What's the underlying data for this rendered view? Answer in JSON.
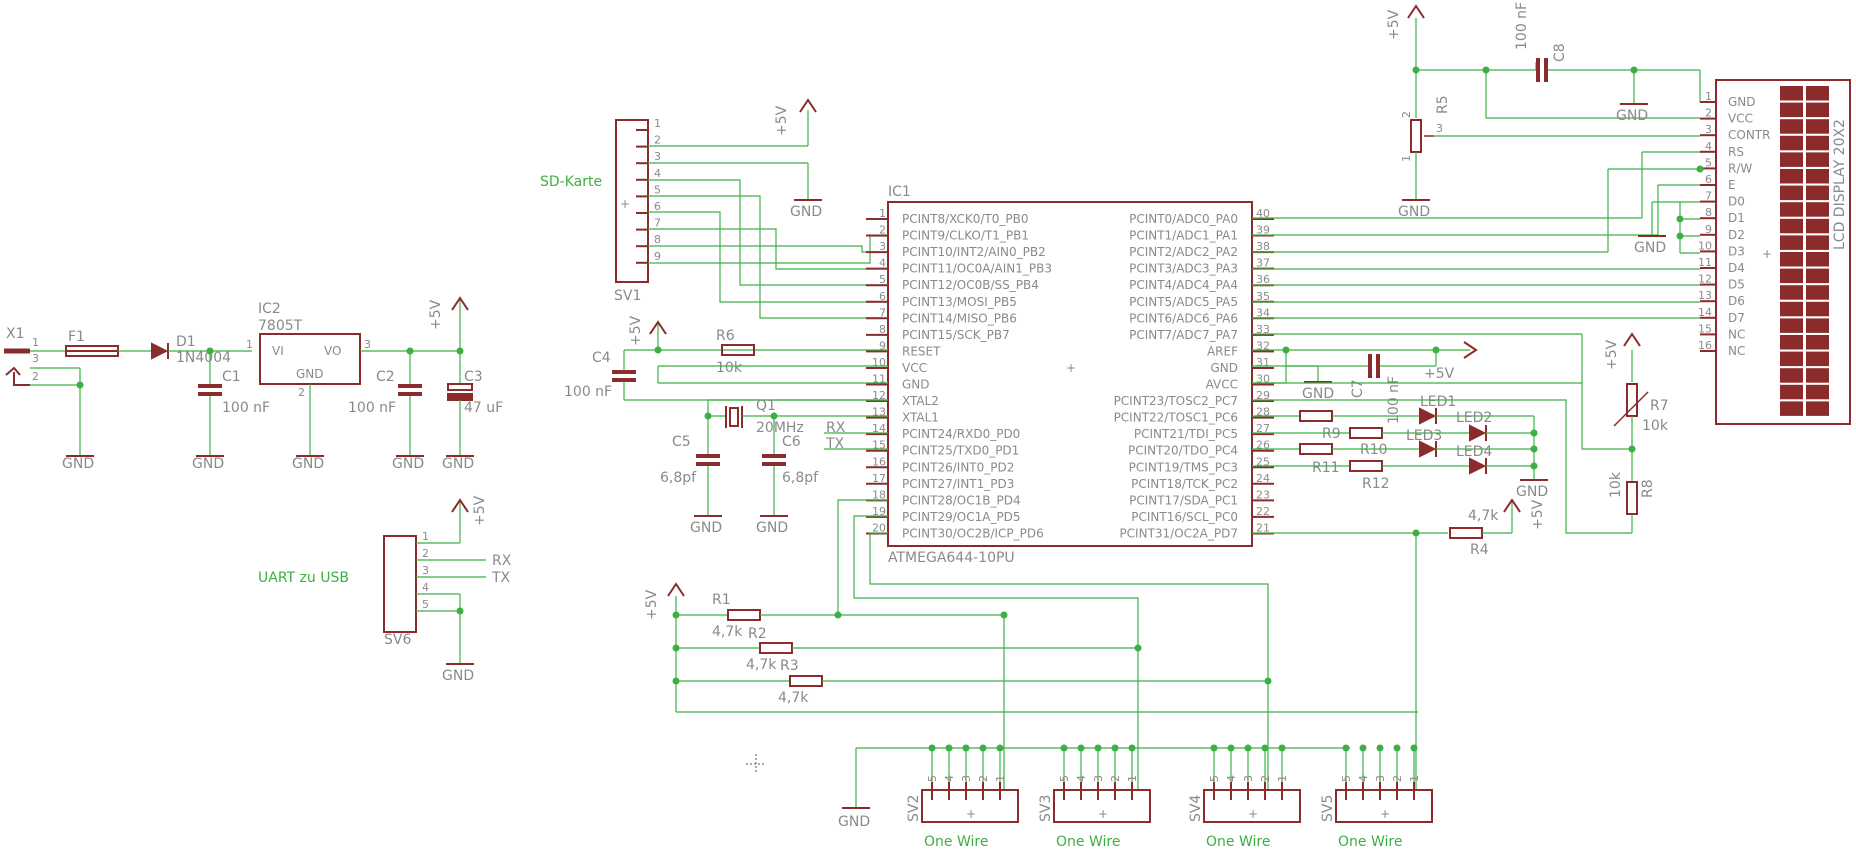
{
  "parts": {
    "X1": "X1",
    "F1": "F1",
    "D1": "D1",
    "D1_val": "1N4004",
    "IC2": "IC2",
    "IC2_val": "7805T",
    "IC2_vi": "VI",
    "IC2_vo": "VO",
    "IC2_gnd": "GND",
    "C1": "C1",
    "C1_val": "100 nF",
    "C2": "C2",
    "C2_val": "100 nF",
    "C3": "C3",
    "C3_val": "47 uF",
    "C4": "C4",
    "C4_val": "100 nF",
    "R6": "R6",
    "R6_val": "10k",
    "Q1": "Q1",
    "Q1_val": "20MHz",
    "C5": "C5",
    "C5_val": "6,8pf",
    "C6": "C6",
    "C6_val": "6,8pf",
    "SV1": "SV1",
    "SV6": "SV6",
    "IC1": "IC1",
    "IC1_val": "ATMEGA644-10PU",
    "C7": "C7",
    "C7_val": "100 nF",
    "C8": "C8",
    "C8_val": "100 nF",
    "R5": "R5",
    "R7": "R7",
    "R7_val": "10k",
    "R8": "R8",
    "R8_val": "10k",
    "R4": "R4",
    "R4_val": "4,7k",
    "R9": "R9",
    "R10": "R10",
    "R11": "R11",
    "R12": "R12",
    "LED1": "LED1",
    "LED2": "LED2",
    "LED3": "LED3",
    "LED4": "LED4",
    "R1": "R1",
    "R1_val": "4,7k",
    "R2": "R2",
    "R2_val": "4,7k",
    "R3": "R3",
    "R3_val": "4,7k",
    "SV2": "SV2",
    "SV3": "SV3",
    "SV4": "SV4",
    "SV5": "SV5",
    "LCD": "LCD DISPLAY 20X2"
  },
  "power": {
    "gnd": "GND",
    "vcc": "+5V"
  },
  "labels": {
    "sd_karte": "SD-Karte",
    "uart": "UART zu USB",
    "rx": "RX",
    "tx": "TX",
    "one_wire": "One Wire"
  },
  "ic1": {
    "left_pins": [
      {
        "num": "1",
        "name": "PCINT8/XCK0/T0_PB0"
      },
      {
        "num": "2",
        "name": "PCINT9/CLKO/T1_PB1"
      },
      {
        "num": "3",
        "name": "PCINT10/INT2/AIN0_PB2"
      },
      {
        "num": "4",
        "name": "PCINT11/OC0A/AIN1_PB3"
      },
      {
        "num": "5",
        "name": "PCINT12/OC0B/SS_PB4"
      },
      {
        "num": "6",
        "name": "PCINT13/MOSI_PB5"
      },
      {
        "num": "7",
        "name": "PCINT14/MISO_PB6"
      },
      {
        "num": "8",
        "name": "PCINT15/SCK_PB7"
      },
      {
        "num": "9",
        "name": "RESET"
      },
      {
        "num": "10",
        "name": "VCC"
      },
      {
        "num": "11",
        "name": "GND"
      },
      {
        "num": "12",
        "name": "XTAL2"
      },
      {
        "num": "13",
        "name": "XTAL1"
      },
      {
        "num": "14",
        "name": "PCINT24/RXD0_PD0"
      },
      {
        "num": "15",
        "name": "PCINT25/TXD0_PD1"
      },
      {
        "num": "16",
        "name": "PCINT26/INT0_PD2"
      },
      {
        "num": "17",
        "name": "PCINT27/INT1_PD3"
      },
      {
        "num": "18",
        "name": "PCINT28/OC1B_PD4"
      },
      {
        "num": "19",
        "name": "PCINT29/OC1A_PD5"
      },
      {
        "num": "20",
        "name": "PCINT30/OC2B/ICP_PD6"
      }
    ],
    "right_pins": [
      {
        "num": "40",
        "name": "PCINT0/ADC0_PA0"
      },
      {
        "num": "39",
        "name": "PCINT1/ADC1_PA1"
      },
      {
        "num": "38",
        "name": "PCINT2/ADC2_PA2"
      },
      {
        "num": "37",
        "name": "PCINT3/ADC3_PA3"
      },
      {
        "num": "36",
        "name": "PCINT4/ADC4_PA4"
      },
      {
        "num": "35",
        "name": "PCINT5/ADC5_PA5"
      },
      {
        "num": "34",
        "name": "PCINT6/ADC6_PA6"
      },
      {
        "num": "33",
        "name": "PCINT7/ADC7_PA7"
      },
      {
        "num": "32",
        "name": "AREF"
      },
      {
        "num": "31",
        "name": "GND"
      },
      {
        "num": "30",
        "name": "AVCC"
      },
      {
        "num": "29",
        "name": "PCINT23/TOSC2_PC7"
      },
      {
        "num": "28",
        "name": "PCINT22/TOSC1_PC6"
      },
      {
        "num": "27",
        "name": "PCINT21/TDI_PC5"
      },
      {
        "num": "26",
        "name": "PCINT20/TDO_PC4"
      },
      {
        "num": "25",
        "name": "PCINT19/TMS_PC3"
      },
      {
        "num": "24",
        "name": "PCINT18/TCK_PC2"
      },
      {
        "num": "23",
        "name": "PCINT17/SDA_PC1"
      },
      {
        "num": "22",
        "name": "PCINT16/SCL_PC0"
      },
      {
        "num": "21",
        "name": "PCINT31/OC2A_PD7"
      }
    ]
  },
  "lcd_pins": [
    {
      "num": "1",
      "name": "GND"
    },
    {
      "num": "2",
      "name": "VCC"
    },
    {
      "num": "3",
      "name": "CONTR"
    },
    {
      "num": "4",
      "name": "RS"
    },
    {
      "num": "5",
      "name": "R/W"
    },
    {
      "num": "6",
      "name": "E"
    },
    {
      "num": "7",
      "name": "D0"
    },
    {
      "num": "8",
      "name": "D1"
    },
    {
      "num": "9",
      "name": "D2"
    },
    {
      "num": "10",
      "name": "D3"
    },
    {
      "num": "11",
      "name": "D4"
    },
    {
      "num": "12",
      "name": "D5"
    },
    {
      "num": "13",
      "name": "D6"
    },
    {
      "num": "14",
      "name": "D7"
    },
    {
      "num": "15",
      "name": "NC"
    },
    {
      "num": "16",
      "name": "NC"
    }
  ],
  "sv1_pins": [
    "1",
    "2",
    "3",
    "4",
    "5",
    "6",
    "7",
    "8",
    "9"
  ],
  "sv6_pins": [
    "1",
    "2",
    "3",
    "4",
    "5"
  ],
  "onewire_pins": [
    "5",
    "4",
    "3",
    "2",
    "1"
  ],
  "misc_pins": {
    "x1": [
      "1",
      "3",
      "2"
    ],
    "reg": [
      "1",
      "2",
      "3"
    ],
    "r5": [
      "1",
      "2",
      "3"
    ]
  }
}
